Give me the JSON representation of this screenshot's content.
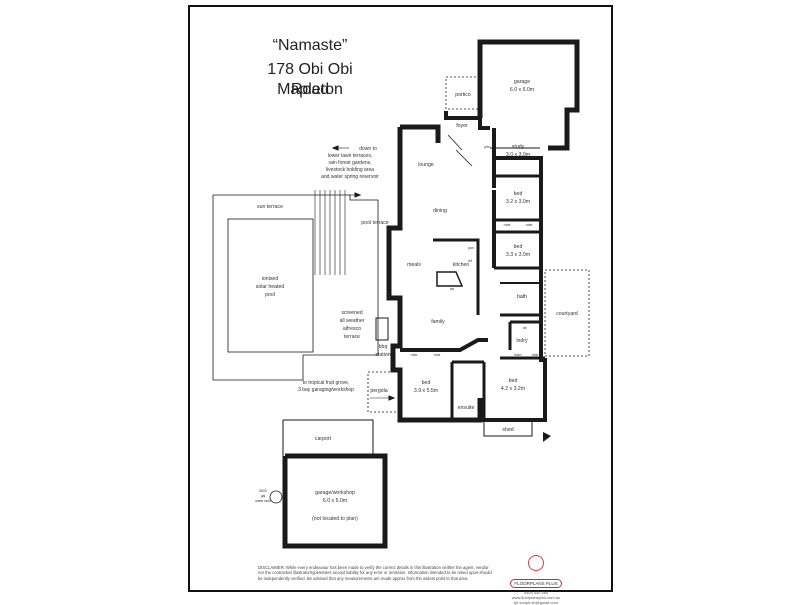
{
  "title": {
    "line1": "“Namaste”",
    "line2": "178 Obi Obi Road",
    "line3": "Mapleton"
  },
  "rooms": {
    "garage": "garage",
    "garage_size": "6.0 x 6.0m",
    "portico": "portico",
    "foyer": "foyer",
    "study": "study",
    "study_size": "3.0 x 3.0m",
    "lounge": "lounge",
    "bed1": "bed",
    "bed1_size": "3.2 x 3.0m",
    "dining": "dining",
    "bed2": "bed",
    "bed2_size": "3.3 x 3.0m",
    "meals": "meals",
    "kitchen": "kitchen",
    "bath": "bath",
    "family": "family",
    "courtyard": "courtyard",
    "lndry": "lndry",
    "bed3": "bed",
    "bed3_size": "3.9 x 5.5m",
    "ensuite": "ensuite",
    "bed4": "bed",
    "bed4_size": "4.2 x 3.2m",
    "shed": "shed",
    "pergola": "pergola",
    "bbq1": "bbq",
    "bbq2": "station",
    "sun_terrace": "sun terrace",
    "pool_terrace": "pool terrace",
    "pool1": "ionised",
    "pool2": "solar heated",
    "pool3": "pool",
    "screened1": "screened",
    "screened2": "all weather",
    "screened3": "alfresco",
    "screened4": "terrace",
    "carport": "carport",
    "workshop": "garage/workshop",
    "workshop_size": "6.0 x 6.0m",
    "workshop_note": "(not located to plan)",
    "tank1": "5000",
    "tank2": "gal",
    "tank3": "water tank",
    "robe": "robe",
    "linen": "linen",
    "pan": "pan",
    "ref": "ref",
    "dw": "dw",
    "wc": "wc",
    "prtn": "prtn"
  },
  "notes": {
    "down1": "down to",
    "down2": "lower lawn terraces,",
    "down3": "rain forest gardens,",
    "down4": "livestock holding area",
    "down5": "and water spring reservoir",
    "fruit1": "to tropical fruit grove,",
    "fruit2": "3 bay garaging/workshop"
  },
  "disclaimer": "DISCLAIMER: While every endeavour has been made to verify the correct details in this illustration neither the agent, vendor nor the contracted illustrator/typesetters accept liability for any error or omission. Information intended to be relied upon should be independently verified. Be advised that any measurements are made approx from the widest point to that area.",
  "logo": {
    "name": "FLOORPLANS PLUS",
    "phone": "0404 430 365",
    "web": "www.floorplansplus.com.au",
    "email": "fpl.sonph.sh@gmail.com"
  },
  "colors": {
    "wall": "#1a1a1a",
    "frame": "#111111",
    "logo_accent": "#b33333"
  }
}
